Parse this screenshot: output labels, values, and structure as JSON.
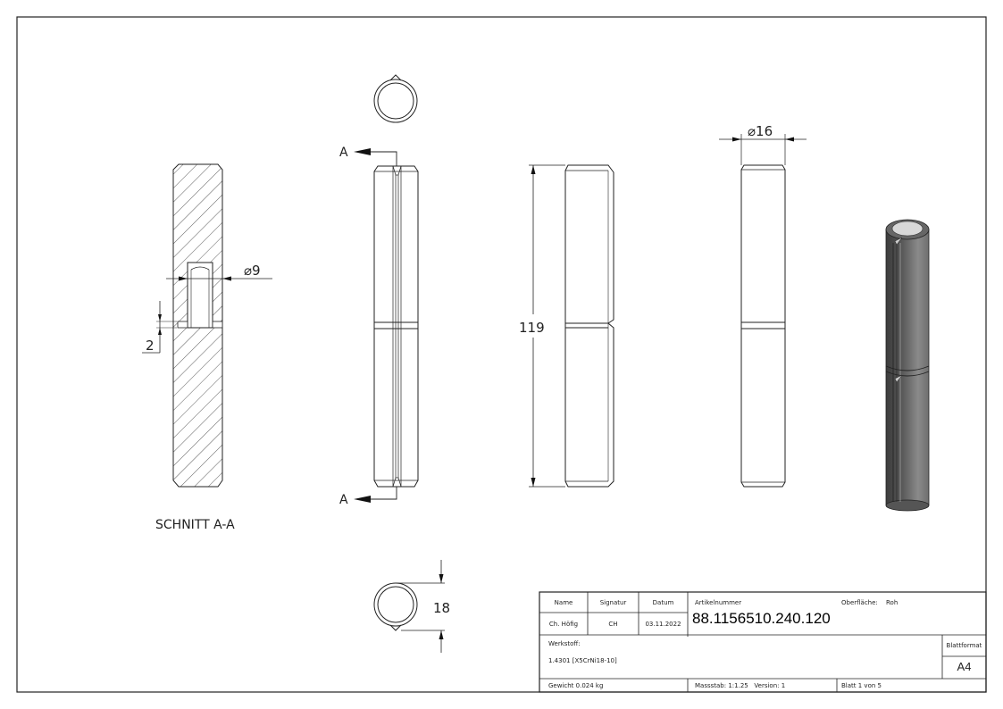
{
  "drawing": {
    "section_label": "SCHNITT A-A",
    "section_marker": "A",
    "dimensions": {
      "diameter_inner": "9",
      "groove_width": "2",
      "length": "119",
      "diameter_outer": "16",
      "width_with_nose": "18"
    },
    "diameter_symbol": "⌀"
  },
  "title_block": {
    "headers": {
      "name": "Name",
      "signature": "Signatur",
      "date": "Datum"
    },
    "values": {
      "name": "Ch. Höfig",
      "signature": "CH",
      "date": "03.11.2022"
    },
    "article_label": "Artikelnummer",
    "article_number": "88.1156510.240.120",
    "surface_label": "Oberfläche:",
    "surface_value": "Roh",
    "material_label": "Werkstoff:",
    "material_value": "1.4301 [X5CrNi18-10]",
    "sheet_format_label": "Blattformat",
    "sheet_format_value": "A4",
    "weight": "Gewicht 0.024 kg",
    "scale_version": "Massstab: 1:1.25   Version: 1",
    "sheet_number": "Blatt 1 von 5"
  },
  "colors": {
    "line": "#222222",
    "shade_dark": "#4a4a4a",
    "shade_light": "#9a9a9a",
    "top_cap": "#d8d8d8"
  }
}
